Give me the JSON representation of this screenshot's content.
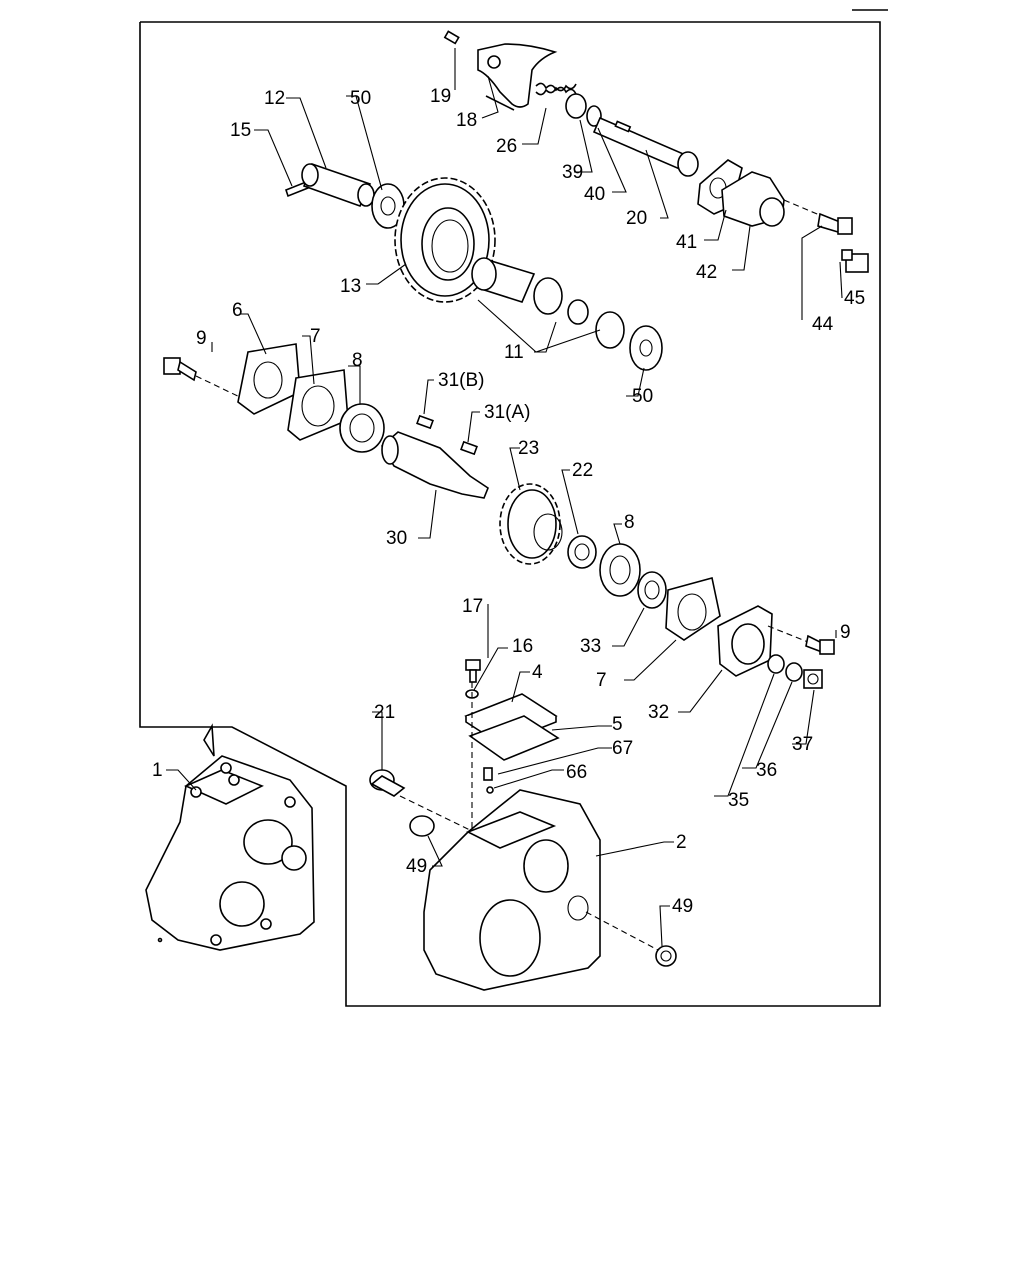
{
  "callouts": {
    "c1": "1",
    "c2": "2",
    "c4": "4",
    "c5": "5",
    "c6": "6",
    "c7a": "7",
    "c7b": "7",
    "c8a": "8",
    "c8b": "8",
    "c9a": "9",
    "c9b": "9",
    "c11": "11",
    "c12": "12",
    "c13": "13",
    "c15": "15",
    "c16": "16",
    "c17": "17",
    "c18": "18",
    "c19": "19",
    "c20": "20",
    "c21": "21",
    "c22": "22",
    "c23": "23",
    "c26": "26",
    "c30": "30",
    "c31a": "31(A)",
    "c31b": "31(B)",
    "c32": "32",
    "c33": "33",
    "c35": "35",
    "c36": "36",
    "c37": "37",
    "c39": "39",
    "c40": "40",
    "c41": "41",
    "c42": "42",
    "c44": "44",
    "c45": "45",
    "c49a": "49",
    "c49b": "49",
    "c50a": "50",
    "c50b": "50",
    "c66": "66",
    "c67": "67"
  }
}
